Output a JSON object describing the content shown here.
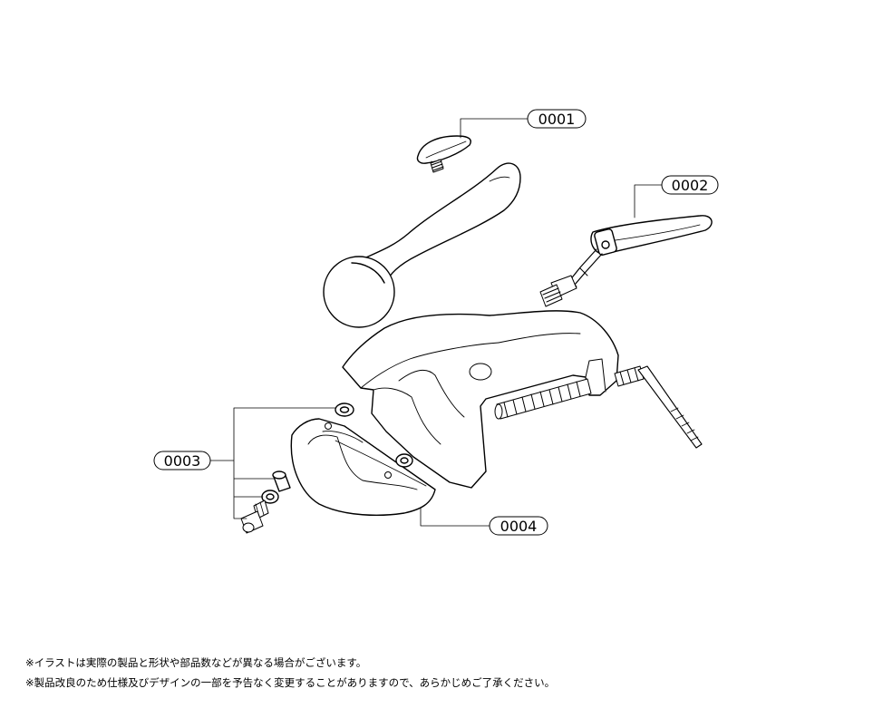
{
  "parts": [
    {
      "label": "0001",
      "icon": "lever-knob-cap-icon"
    },
    {
      "label": "0002",
      "icon": "release-lever-icon"
    },
    {
      "label": "0003",
      "icon": "bolt-washer-set-icon"
    },
    {
      "label": "0004",
      "icon": "clamp-bracket-icon"
    }
  ],
  "notes": [
    "※イラストは実際の製品と形状や部品数などが異なる場合がございます。",
    "※製品改良のため仕様及びデザインの一部を予告なく変更することがありますので、あらかじめご了承ください。"
  ],
  "colors": {
    "line": "#000000",
    "background": "#ffffff"
  }
}
